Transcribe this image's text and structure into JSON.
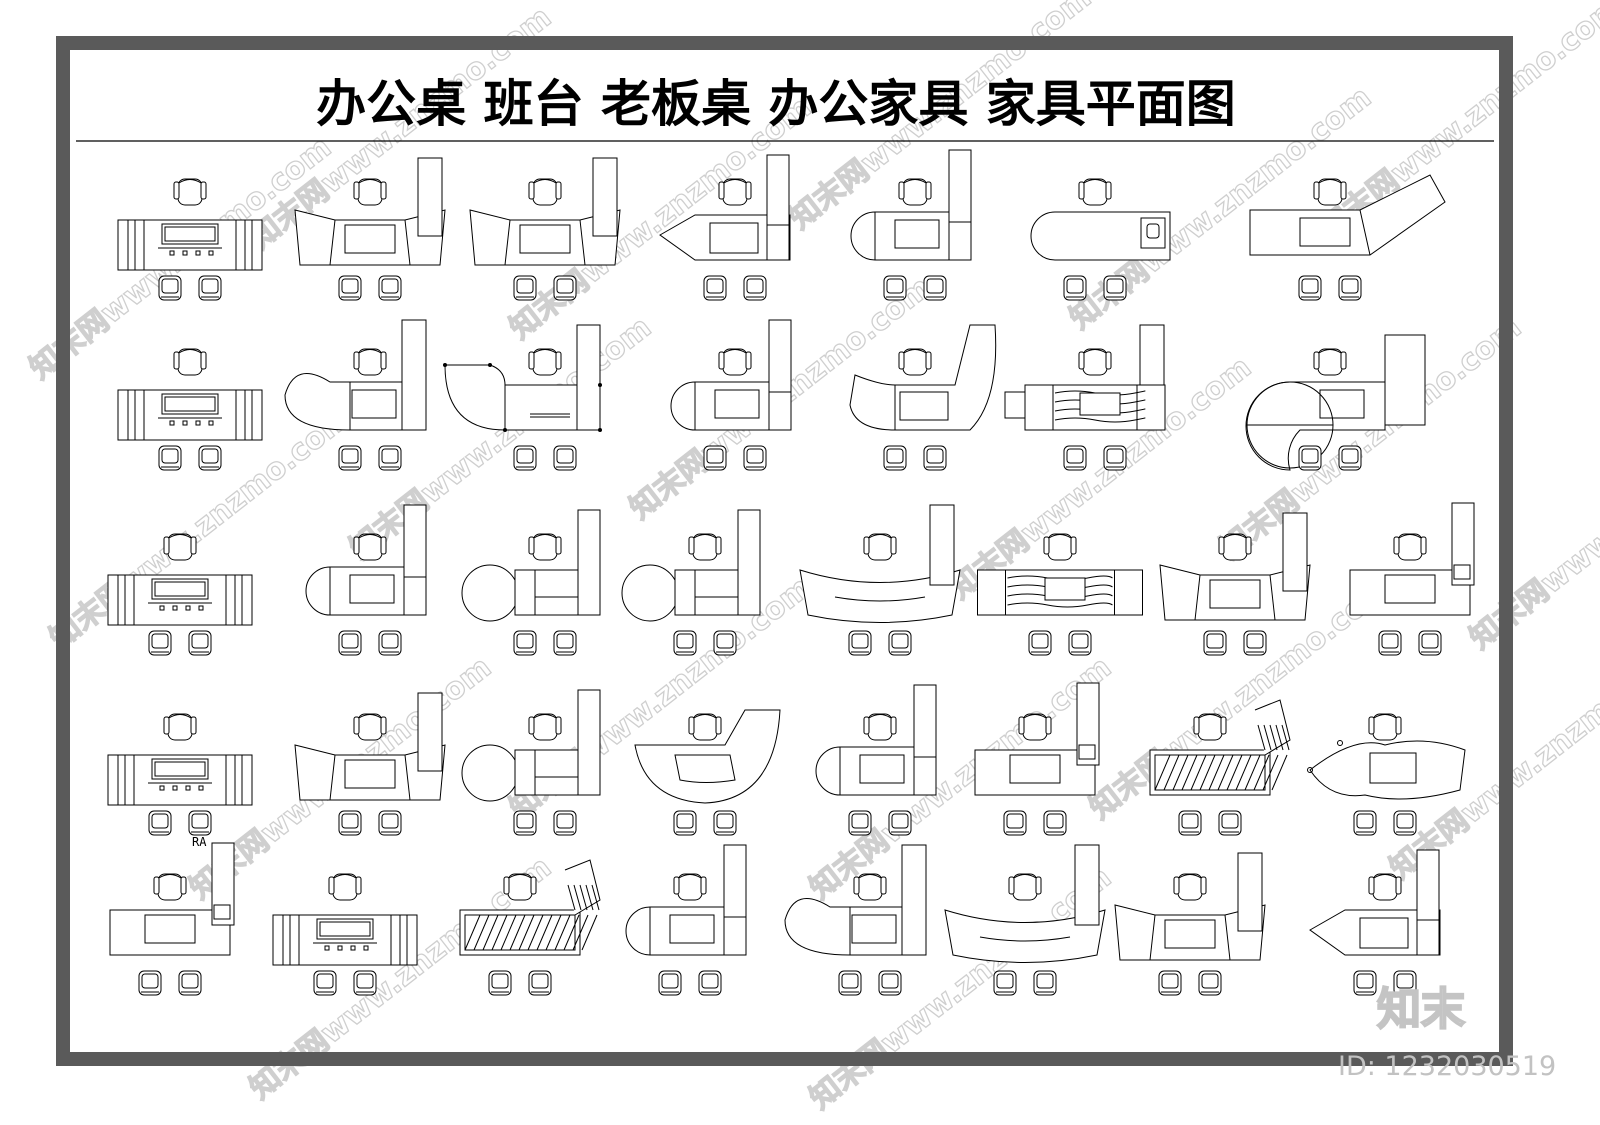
{
  "drawing": {
    "title": "办公桌  班台  老板桌  办公家具  家具平面图",
    "annotation": "RA"
  },
  "watermark": {
    "text": "知末网www.znzmo.com",
    "logo": "知末",
    "id_text": "ID: 1232030519"
  },
  "colors": {
    "frame": "#5a5a5a",
    "line": "#000000",
    "watermark": "#cfcfcf"
  },
  "layout": {
    "rows": 5,
    "columns": 8
  },
  "desks": [
    {
      "row": 1,
      "col": 1,
      "type": "straight-cabinet-desk"
    },
    {
      "row": 1,
      "col": 2,
      "type": "angled-desk-with-return"
    },
    {
      "row": 1,
      "col": 3,
      "type": "angled-desk-with-return"
    },
    {
      "row": 1,
      "col": 4,
      "type": "pointed-l-desk"
    },
    {
      "row": 1,
      "col": 5,
      "type": "rounded-l-desk"
    },
    {
      "row": 1,
      "col": 6,
      "type": "rounded-end-desk-with-stool"
    },
    {
      "row": 1,
      "col": 7,
      "type": "angled-wide-desk"
    },
    {
      "row": 2,
      "col": 1,
      "type": "straight-cabinet-desk"
    },
    {
      "row": 2,
      "col": 2,
      "type": "curved-l-desk"
    },
    {
      "row": 2,
      "col": 3,
      "type": "concave-l-desk"
    },
    {
      "row": 2,
      "col": 4,
      "type": "rounded-l-desk"
    },
    {
      "row": 2,
      "col": 5,
      "type": "curved-return-desk"
    },
    {
      "row": 2,
      "col": 6,
      "type": "wood-grain-l-desk"
    },
    {
      "row": 2,
      "col": 7,
      "type": "circular-corner-desk"
    },
    {
      "row": 3,
      "col": 1,
      "type": "straight-cabinet-desk"
    },
    {
      "row": 3,
      "col": 2,
      "type": "rounded-l-desk"
    },
    {
      "row": 3,
      "col": 3,
      "type": "round-meeting-l-desk"
    },
    {
      "row": 3,
      "col": 4,
      "type": "round-meeting-l-desk"
    },
    {
      "row": 3,
      "col": 5,
      "type": "arc-desk-with-return"
    },
    {
      "row": 3,
      "col": 6,
      "type": "wood-grain-desk"
    },
    {
      "row": 3,
      "col": 7,
      "type": "angled-desk-with-return"
    },
    {
      "row": 3,
      "col": 8,
      "type": "straight-l-desk"
    },
    {
      "row": 4,
      "col": 1,
      "type": "straight-cabinet-desk"
    },
    {
      "row": 4,
      "col": 2,
      "type": "angled-desk-with-return"
    },
    {
      "row": 4,
      "col": 3,
      "type": "round-meeting-l-desk"
    },
    {
      "row": 4,
      "col": 4,
      "type": "crescent-desk"
    },
    {
      "row": 4,
      "col": 5,
      "type": "rounded-l-desk"
    },
    {
      "row": 4,
      "col": 6,
      "type": "straight-l-desk"
    },
    {
      "row": 4,
      "col": 7,
      "type": "hatched-glass-desk"
    },
    {
      "row": 4,
      "col": 8,
      "type": "curved-wide-desk"
    },
    {
      "row": 5,
      "col": 1,
      "type": "straight-l-desk"
    },
    {
      "row": 5,
      "col": 2,
      "type": "straight-cabinet-desk"
    },
    {
      "row": 5,
      "col": 3,
      "type": "hatched-glass-desk"
    },
    {
      "row": 5,
      "col": 4,
      "type": "rounded-l-desk"
    },
    {
      "row": 5,
      "col": 5,
      "type": "curved-l-desk"
    },
    {
      "row": 5,
      "col": 6,
      "type": "arc-desk-with-return"
    },
    {
      "row": 5,
      "col": 7,
      "type": "angled-desk-with-return"
    },
    {
      "row": 5,
      "col": 8,
      "type": "pointed-l-desk"
    }
  ]
}
